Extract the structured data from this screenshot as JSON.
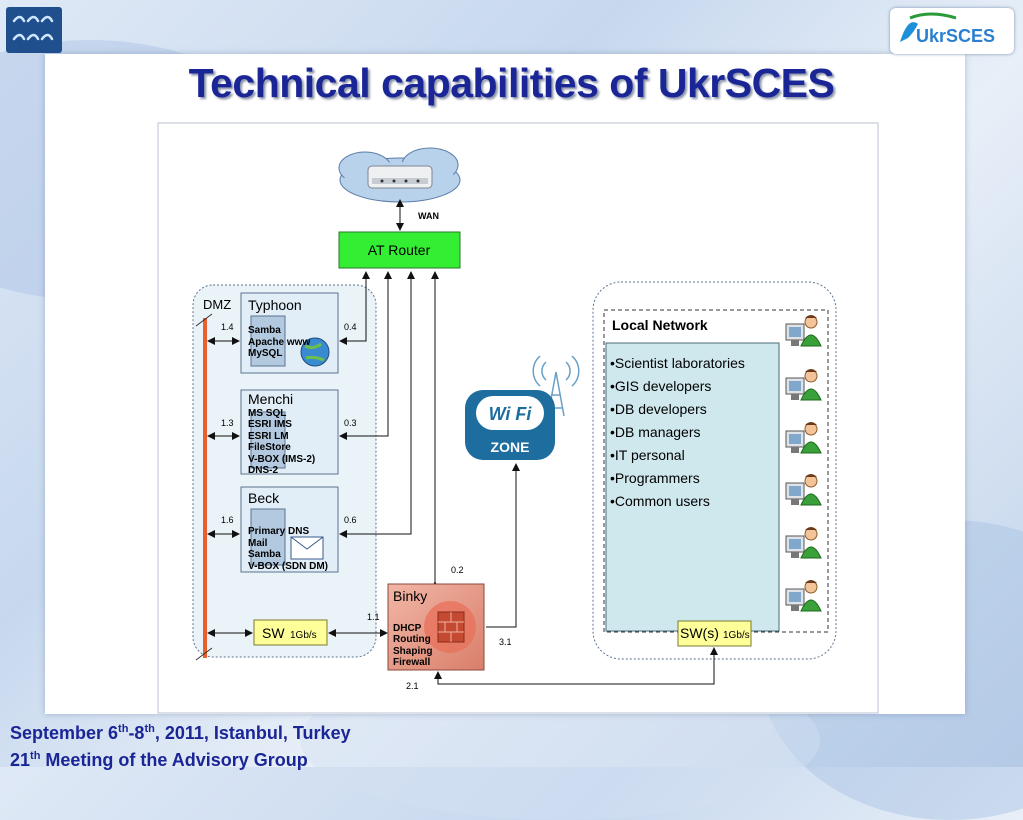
{
  "slide": {
    "title": "Technical capabilities of UkrSCES",
    "logo_right_text": "UkrSCES",
    "footer": {
      "line1_a": "September 6",
      "line1_sup1": "th",
      "line1_b": "-8",
      "line1_sup2": "th",
      "line1_c": ", 2011, Istanbul, Turkey",
      "line2_a": "21",
      "line2_sup": "th",
      "line2_b": " Meeting of the Advisory Group"
    }
  },
  "diagram": {
    "wan_label": "WAN",
    "router_label": "AT Router",
    "dmz_label": "DMZ",
    "servers": [
      {
        "name": "Typhoon",
        "services": [
          "Samba",
          "Apache www",
          "MySQL"
        ],
        "port_left": "1.4",
        "port_right": "0.4"
      },
      {
        "name": "Menchi",
        "services": [
          "MS SQL",
          "ESRI IMS",
          "ESRI LM",
          "FileStore",
          "V-BOX (IMS-2)",
          "DNS-2"
        ],
        "port_left": "1.3",
        "port_right": "0.3"
      },
      {
        "name": "Beck",
        "services": [
          "Primary DNS",
          "Mail",
          "Samba",
          "V-BOX (SDN DM)"
        ],
        "port_left": "1.6",
        "port_right": "0.6"
      }
    ],
    "sw_dmz_label": "SW",
    "sw_dmz_speed": "1Gb/s",
    "binky": {
      "name": "Binky",
      "services": [
        "DHCP",
        "Routing",
        "Shaping",
        "Firewall"
      ]
    },
    "port_binky_router": "0.2",
    "port_binky_sw": "1.1",
    "port_binky_wifi": "3.1",
    "port_binky_local": "2.1",
    "wifi": {
      "brand": "Wi Fi",
      "zone": "ZONE"
    },
    "local_network": {
      "title": "Local Network",
      "items": [
        "•Scientist laboratories",
        "•GIS developers",
        "•DB developers",
        "•DB managers",
        "•IT personal",
        "•Programmers",
        "•Common users"
      ]
    },
    "sw_local_label": "SW(s)",
    "sw_local_speed": "1Gb/s"
  },
  "colors": {
    "title": "#1a2596",
    "router_fill": "#33ee33",
    "switch_fill": "#ffff99",
    "orange_bus": "#e8602c",
    "local_fill": "#cfe8ee",
    "binky_fill": "#e8a090",
    "wifi_blue": "#1d6e9e"
  }
}
